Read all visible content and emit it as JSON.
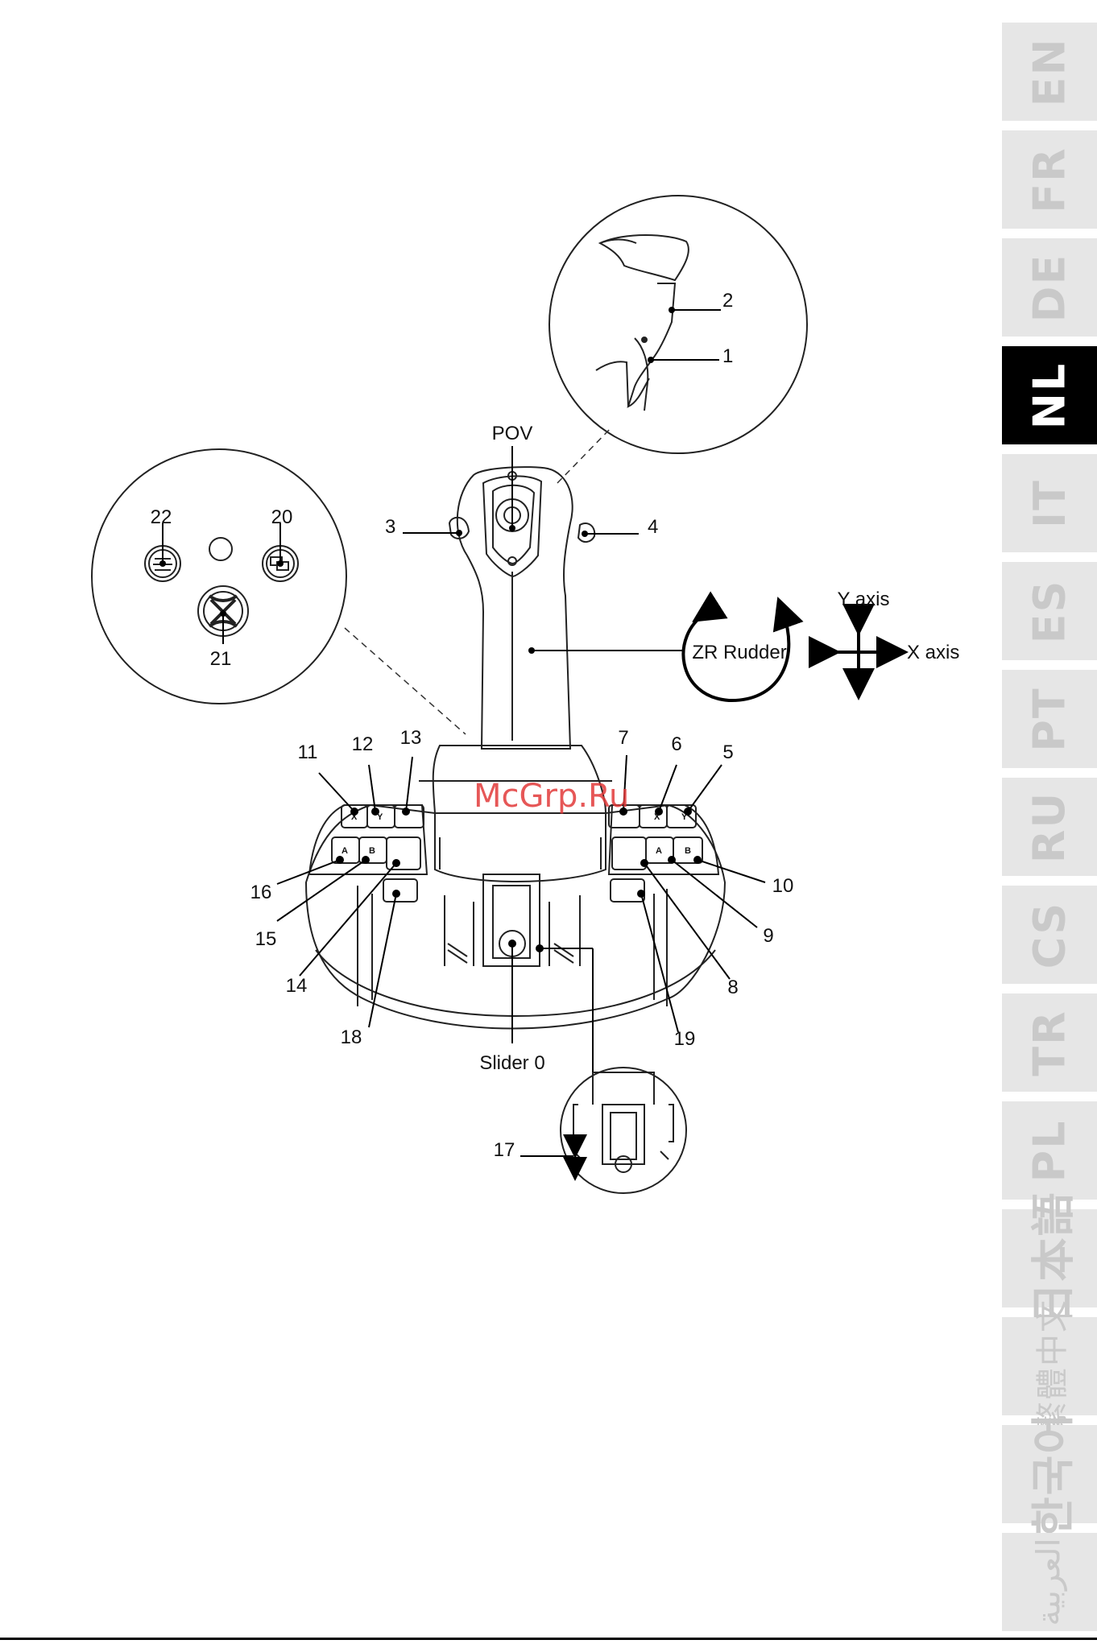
{
  "language_tabs": [
    "EN",
    "FR",
    "DE",
    "NL",
    "IT",
    "ES",
    "PT",
    "RU",
    "CS",
    "TR",
    "PL",
    "日本語",
    "繁體中文",
    "한국어",
    "العربية"
  ],
  "active_tab": "NL",
  "watermark": "McGrp.Ru",
  "labels": {
    "pov": "POV",
    "zr_rudder": "ZR Rudder",
    "y_axis": "Y axis",
    "x_axis": "X axis",
    "slider": "Slider 0",
    "n1": "1",
    "n2": "2",
    "n3": "3",
    "n4": "4",
    "n5": "5",
    "n6": "6",
    "n7": "7",
    "n8": "8",
    "n9": "9",
    "n10": "10",
    "n11": "11",
    "n12": "12",
    "n13": "13",
    "n14": "14",
    "n15": "15",
    "n16": "16",
    "n17": "17",
    "n18": "18",
    "n19": "19",
    "n20": "20",
    "n21": "21",
    "n22": "22"
  },
  "button_letters": {
    "x": "X",
    "y": "Y",
    "a": "A",
    "b": "B"
  }
}
